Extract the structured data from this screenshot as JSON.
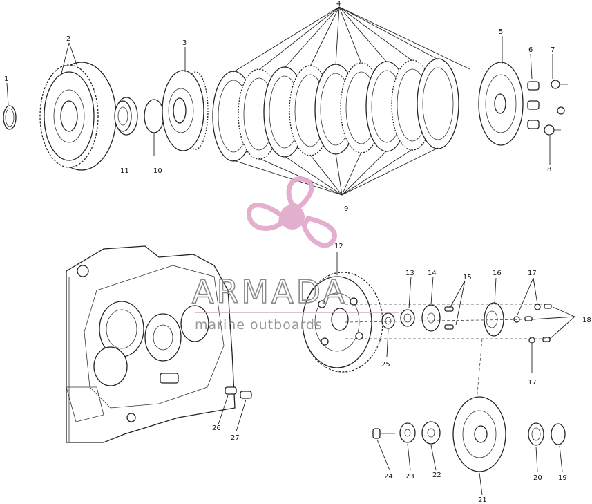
{
  "labels": {
    "l1": "1",
    "l2": "2",
    "l3": "3",
    "l4": "4",
    "l5": "5",
    "l6": "6",
    "l7": "7",
    "l8": "8",
    "l9": "9",
    "l10": "10",
    "l11": "11",
    "l12": "12",
    "l13": "13",
    "l14": "14",
    "l15": "15",
    "l16": "16",
    "l17a": "17",
    "l17b": "17",
    "l18": "18",
    "l19": "19",
    "l20": "20",
    "l21": "21",
    "l22": "22",
    "l23": "23",
    "l24": "24",
    "l25": "25",
    "l26": "26",
    "l27": "27"
  },
  "watermark": {
    "brand": "ARMADA",
    "tagline": "marine outboards"
  },
  "colors": {
    "line": "#222222",
    "watermark_logo": "#e2a6c9",
    "watermark_text": "#8a8a8a",
    "divider": "#d9a8c8"
  }
}
